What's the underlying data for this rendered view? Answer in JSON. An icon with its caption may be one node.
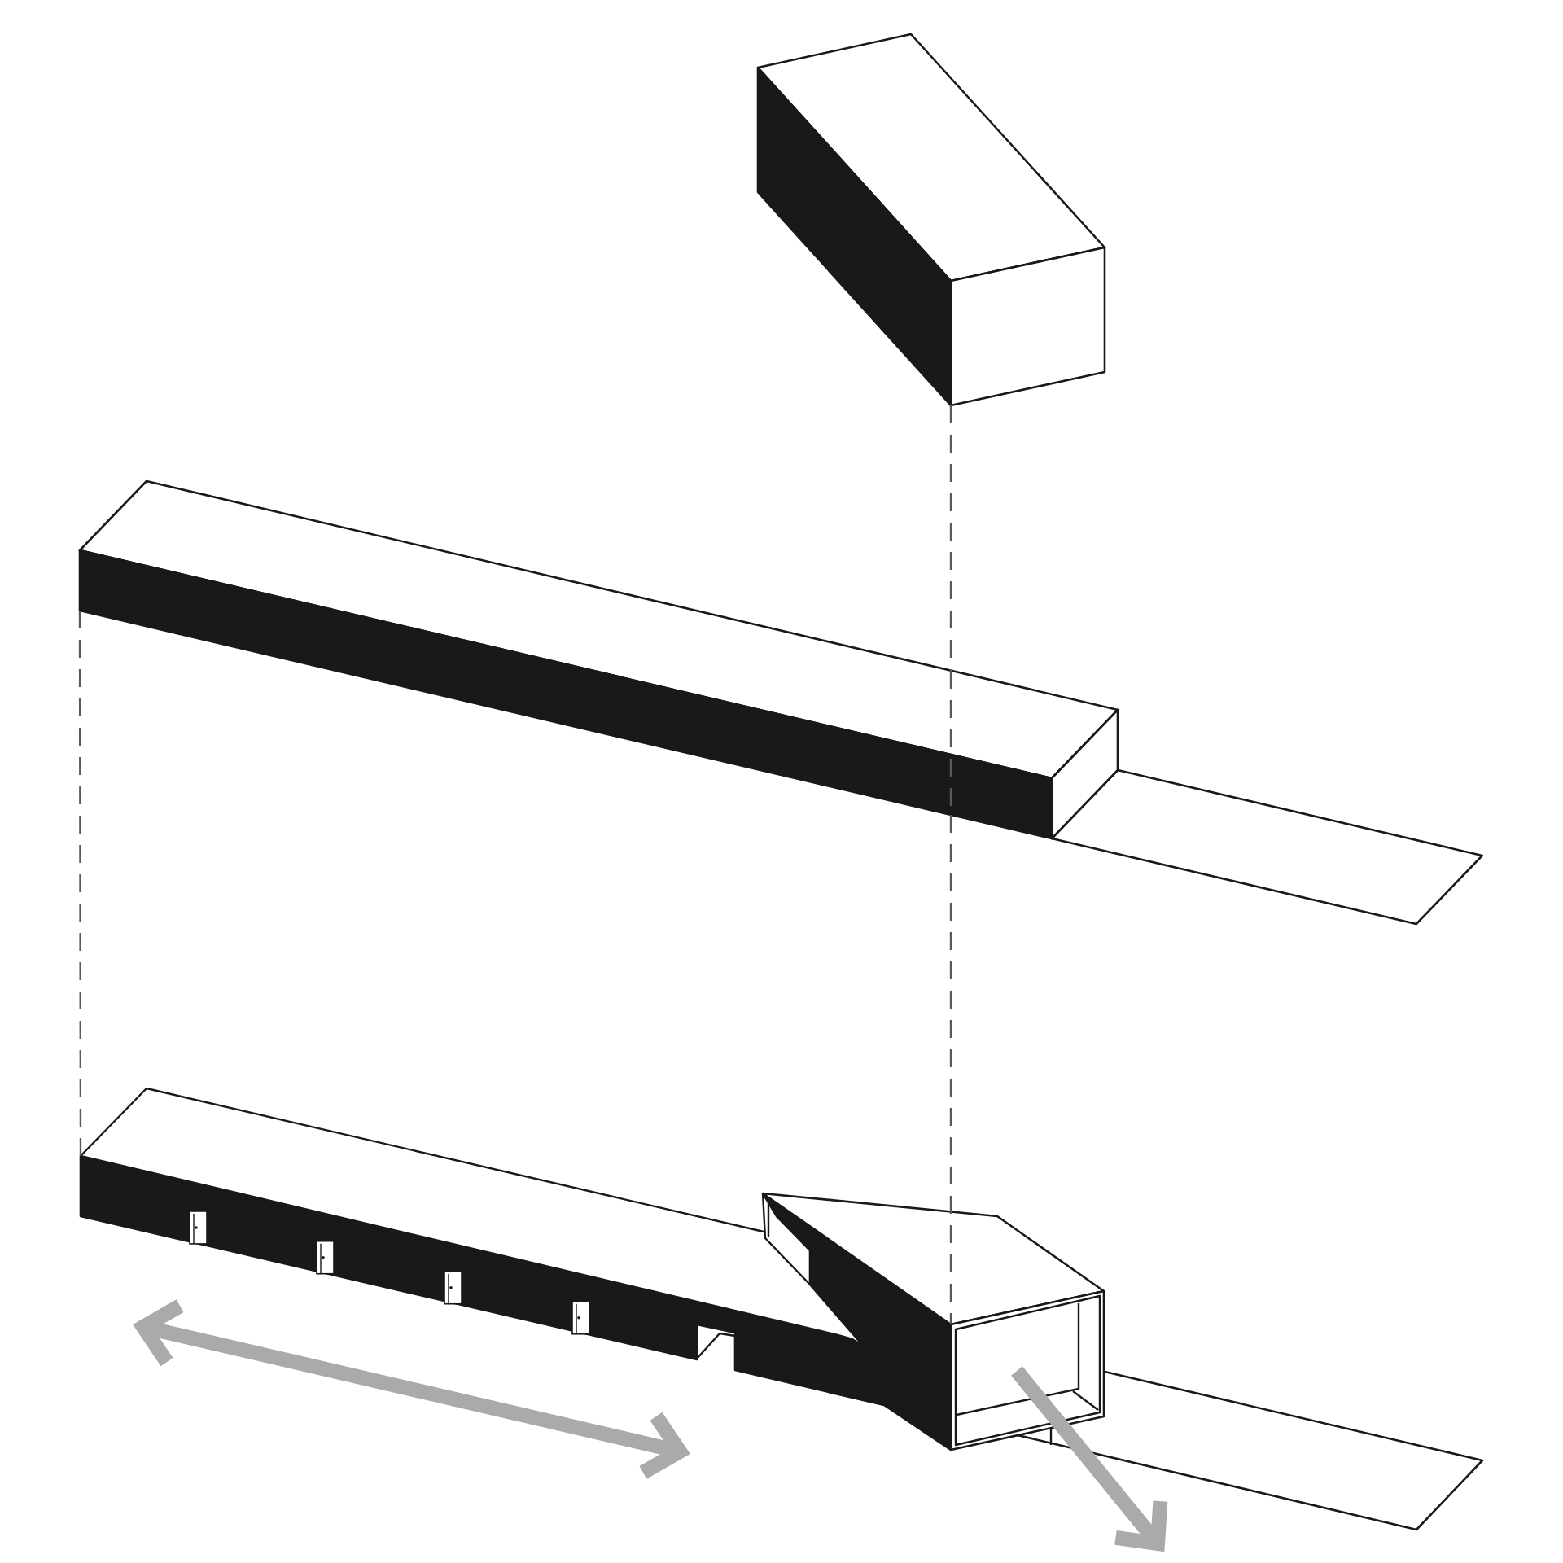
{
  "diagram": {
    "nodes": [
      {
        "text": [],
        "shape": "box"
      },
      {
        "text": [],
        "shape": "bar"
      },
      {
        "text": [],
        "shape": "picture"
      }
    ],
    "edges": [
      {
        "from": 0,
        "to": 1,
        "arrow": "none",
        "style": "dashed"
      },
      {
        "from": 1,
        "to": 2,
        "arrow": "none",
        "style": "dashed"
      },
      {
        "from": 1,
        "to": 2,
        "arrow": "none",
        "style": "dashed"
      }
    ]
  }
}
